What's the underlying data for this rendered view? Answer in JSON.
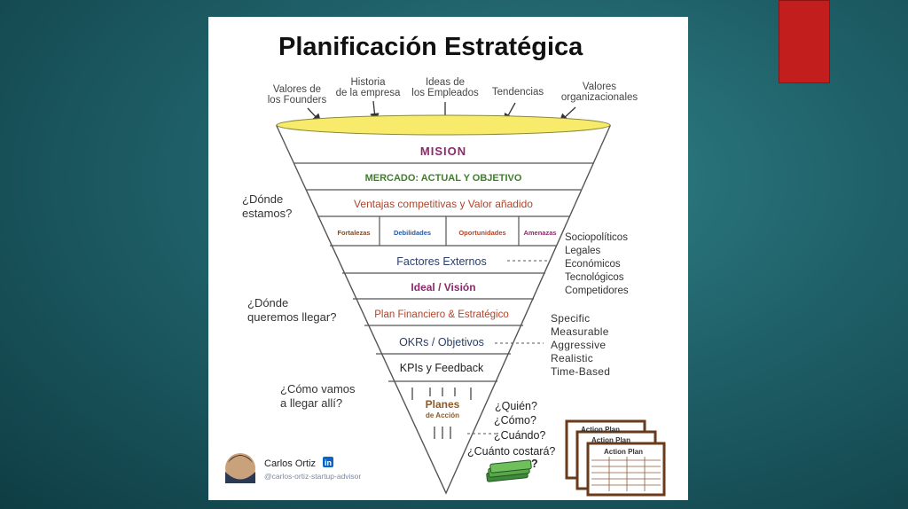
{
  "title": "Planificación Estratégica",
  "inputs": [
    {
      "line1": "Valores de",
      "line2": "los Founders"
    },
    {
      "line1": "Historia",
      "line2": "de la empresa"
    },
    {
      "line1": "Ideas de",
      "line2": "los Empleados"
    },
    {
      "line1": "Tendencias",
      "line2": ""
    },
    {
      "line1": "Valores",
      "line2": "organizacionales"
    }
  ],
  "layers": {
    "mision": "MISION",
    "mercado": "MERCADO: ACTUAL Y OBJETIVO",
    "ventajas": "Ventajas competitivas y Valor añadido",
    "swot": [
      "Fortalezas",
      "Debilidades",
      "Oportunidades",
      "Amenazas"
    ],
    "factores": "Factores Externos",
    "vision": "Ideal / Visión",
    "plan": "Plan Financiero & Estratégico",
    "okrs": "OKRs / Objetivos",
    "kpis": "KPIs y Feedback",
    "planes_line1": "Planes",
    "planes_line2": "de Acción"
  },
  "questions": {
    "donde_estamos_1": "¿Dónde",
    "donde_estamos_2": "estamos?",
    "donde_queremos_1": "¿Dónde",
    "donde_queremos_2": "queremos llegar?",
    "como_vamos_1": "¿Cómo vamos",
    "como_vamos_2": "a llegar allí?"
  },
  "factores_list": [
    "Sociopolíticos",
    "Legales",
    "Económicos",
    "Tecnológicos",
    "Competidores"
  ],
  "smart_list": [
    "Specific",
    "Measurable",
    "Aggressive",
    "Realistic",
    "Time-Based"
  ],
  "action_questions": [
    "¿Quién?",
    "¿Cómo?",
    "¿Cuándo?",
    "¿Cuánto costará?",
    "?"
  ],
  "action_plan_cards": [
    "Action Plan",
    "Action Plan",
    "Action Plan"
  ],
  "author": {
    "name": "Carlos Ortiz",
    "handle": "@carlos-ortiz-startup-advisor",
    "linkedin": "in"
  },
  "colors": {
    "mision": "#8a2a6a",
    "mercado": "#3f7f2a",
    "ventajas": "#b0442a",
    "vision": "#8a2a6a",
    "plan": "#b0442a",
    "funnel_top": "#f7e96a",
    "red_tab": "#c21e1e"
  }
}
